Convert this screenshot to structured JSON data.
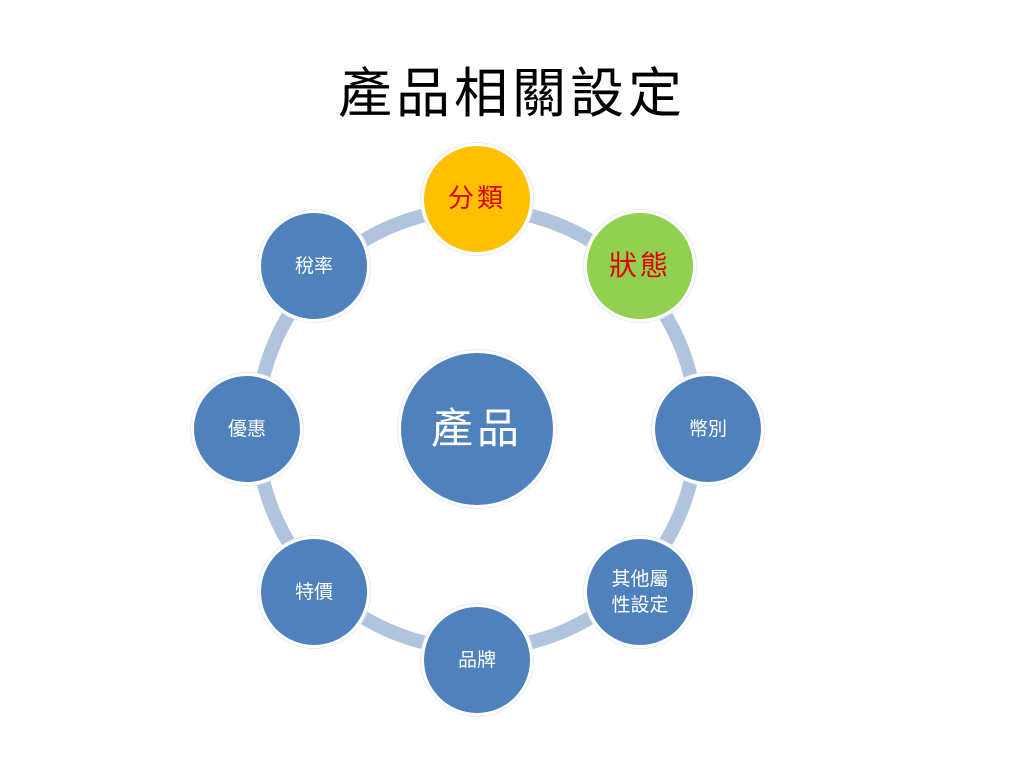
{
  "title": "產品相關設定",
  "colors": {
    "node_default": "#4f81bd",
    "node_highlight_yellow": "#ffc000",
    "node_highlight_green": "#92d050",
    "highlight_text": "#e00000",
    "ring": "#b0c4de",
    "node_border": "#ffffff"
  },
  "center": {
    "label": "產品"
  },
  "nodes": {
    "category": {
      "label": "分類"
    },
    "status": {
      "label": "狀態"
    },
    "currency": {
      "label": "幣別"
    },
    "other_attributes": {
      "label": "其他屬\n性設定"
    },
    "brand": {
      "label": "品牌"
    },
    "special_price": {
      "label": "特價"
    },
    "discount": {
      "label": "優惠"
    },
    "tax_rate": {
      "label": "稅率"
    }
  }
}
